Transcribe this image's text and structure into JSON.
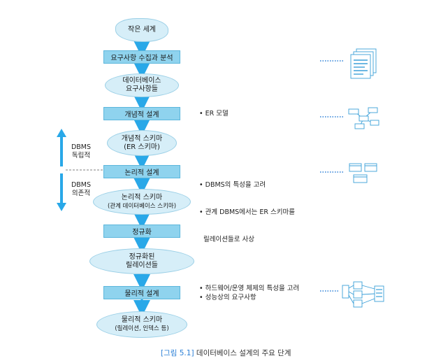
{
  "start": {
    "label": "작은 세계"
  },
  "steps": [
    {
      "label": "요구사항 수집과 분석"
    },
    {
      "label": "개념적 설계"
    },
    {
      "label": "논리적 설계"
    },
    {
      "label": "정규화"
    },
    {
      "label": "물리적 설계"
    }
  ],
  "outputs": [
    {
      "line1": "데이터베이스",
      "line2": "요구사항들"
    },
    {
      "line1": "개념적 스키마",
      "line2": "(ER 스키마)"
    },
    {
      "line1": "논리적 스키마",
      "line2": "(관계 데이터베이스 스키마)"
    },
    {
      "line1": "정규화된",
      "line2": "릴레이션들"
    },
    {
      "line1": "물리적 스키마",
      "line2": "(릴레이션, 인덱스 등)"
    }
  ],
  "notes": {
    "conceptual": [
      "• ER 모델"
    ],
    "logical": [
      "• DBMS의 특성을 고려",
      "• 관계 DBMS에서는 ER 스키마를",
      "  릴레이션들로 사상"
    ],
    "physical": [
      "• 하드웨어/운영 체제의 특성을 고려",
      "• 성능상의 요구사항"
    ]
  },
  "side": {
    "independent": [
      "DBMS",
      "독립적"
    ],
    "dependent": [
      "DBMS",
      "의존적"
    ]
  },
  "caption": {
    "figure": "[그림 5.1]",
    "text": "데이터베이스 설계의 주요 단계"
  },
  "colors": {
    "box": "#8fd3ee",
    "ellipse": "#d6eef8",
    "arrow": "#29a8e8",
    "accent": "#2a7fd6"
  }
}
